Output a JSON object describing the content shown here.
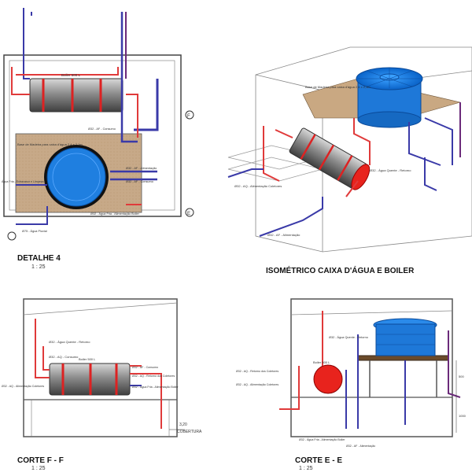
{
  "views": {
    "detalhe4": {
      "title": "DETALHE 4",
      "scale": "1 : 25"
    },
    "isometrico": {
      "title": "ISOMÉTRICO CAIXA D'ÁGUA E BOILER",
      "scale": ""
    },
    "corte_ff": {
      "title": "CORTE F - F",
      "scale": "1 : 25"
    },
    "corte_ee": {
      "title": "CORTE E - E",
      "scale": "1 : 25"
    }
  },
  "labels": {
    "boiler": "Boiler 500 L",
    "base_madeira": "Base de Madeira para caixa d'água 2,4 x 2,1m",
    "af_alimentacao": "Ø32 - AF - Alimentação",
    "af_consumo": "Ø32 - AF - Consumo",
    "aq_consumo": "Ø32 - AQ - Consumo",
    "aq_retorno": "Ø32 - Água Quente - Retorno",
    "aq_alimentacao_boiler": "Ø32 - Água Fria - Alimentação Boiler",
    "aq_alimentacao_coletores": "Ø32 - AQ - Alimentação Coletores",
    "aq_retorno_coletores": "Ø32 - AQ - Retorno dos Coletores",
    "agua_fria_extravasor": "Água Fria - Extravasor e Limpeza",
    "agua_pluvial": "Ø75 - Água Pluvial",
    "cobertura_level": "3,20",
    "cobertura": "COBERTURA",
    "dim_500": "500",
    "dim_1000": "1000",
    "section_f": "F",
    "section_e": "E"
  },
  "colors": {
    "hot": "#e03a3a",
    "cold": "#3a3aa8",
    "tank": "#1f7fe0",
    "wood": "#c9a882",
    "boiler_red": "#e8231d"
  }
}
